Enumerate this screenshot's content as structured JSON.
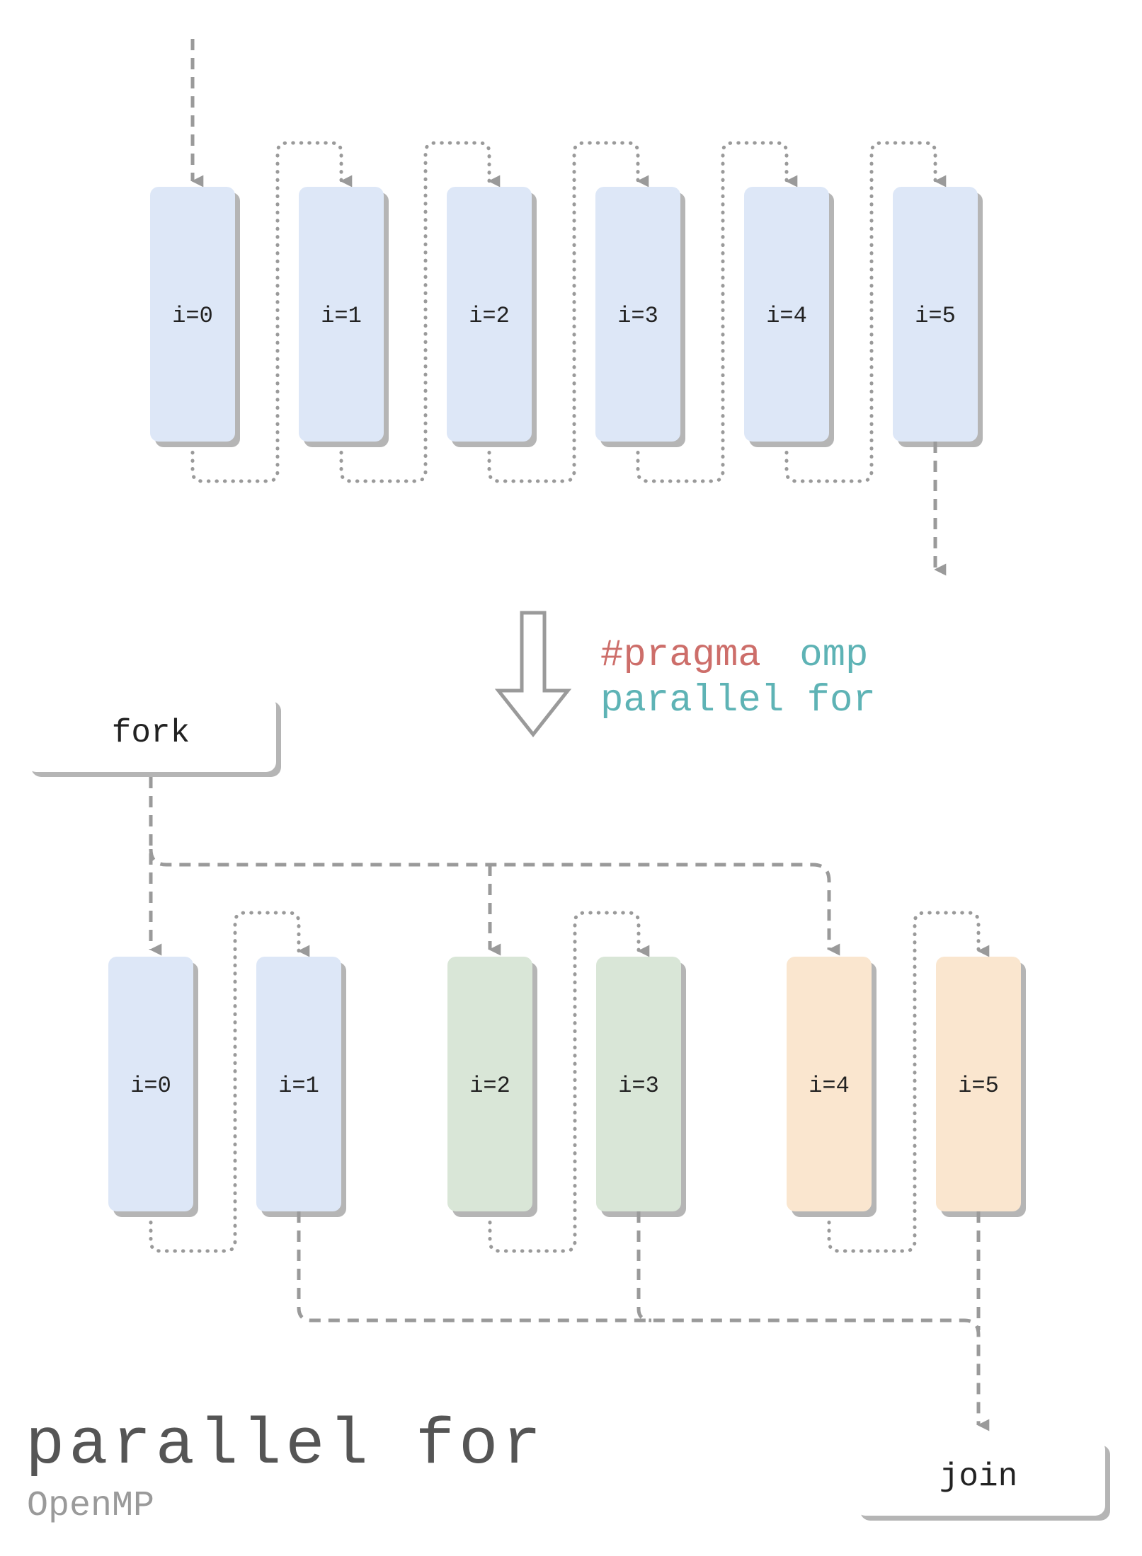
{
  "serial_loop": {
    "iterations": [
      "i=0",
      "i=1",
      "i=2",
      "i=3",
      "i=4",
      "i=5"
    ]
  },
  "pragma": {
    "keyword": "#pragma",
    "omp": "omp",
    "directive": "parallel for"
  },
  "fork_label": "fork",
  "join_label": "join",
  "parallel_loop": {
    "iterations": [
      {
        "label": "i=0",
        "thread": 0
      },
      {
        "label": "i=1",
        "thread": 0
      },
      {
        "label": "i=2",
        "thread": 1
      },
      {
        "label": "i=3",
        "thread": 1
      },
      {
        "label": "i=4",
        "thread": 2
      },
      {
        "label": "i=5",
        "thread": 2
      }
    ]
  },
  "colors": {
    "thread0": "#dde7f7",
    "thread1": "#d9e6d7",
    "thread2": "#fae6cf",
    "shadow": "#b5b5b5",
    "arrow": "#9a9a9a",
    "pragma_keyword": "#cd6e6a",
    "pragma_omp": "#5eb3b5"
  },
  "footer": {
    "title": "parallel for",
    "subtitle": "OpenMP"
  }
}
